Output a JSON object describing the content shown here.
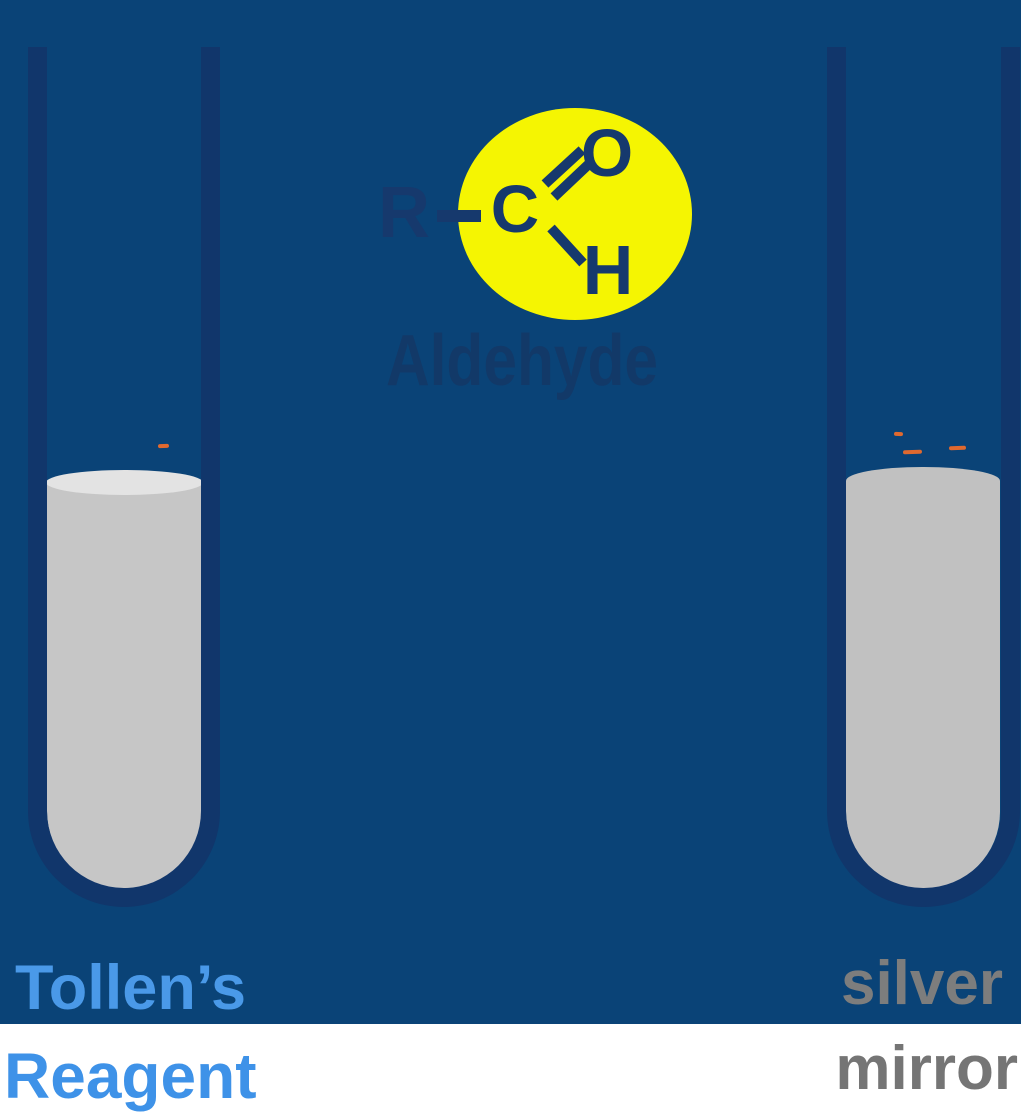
{
  "molecule": {
    "r_group": "R",
    "carbon": "C",
    "oxygen": "O",
    "hydrogen": "H",
    "caption": "Aldehyde",
    "highlight_color": "#f5f502",
    "structure_color": "#16396d",
    "caption_color": "#123968"
  },
  "left_tube": {
    "label_line1": "Tollen’s",
    "label_line2": "Reagent",
    "label_color": "#4597e8",
    "liquid_color": "#c6c6c6",
    "surface_color": "#e3e3e3"
  },
  "right_tube": {
    "label_line1": "silver",
    "label_line2": "mirror",
    "label_color": "#7a7a7a",
    "liquid_color": "#c1c1c1",
    "spark_color": "#e0692f"
  },
  "colors": {
    "background": "#0a4377",
    "bottom_band": "#ffffff",
    "tube_outline": "#11366b"
  }
}
